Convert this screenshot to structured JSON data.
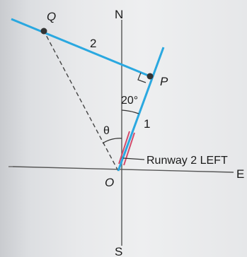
{
  "compass": {
    "north": "N",
    "south": "S",
    "east": "E",
    "west": ""
  },
  "points": {
    "origin": "O",
    "p": "P",
    "q": "Q"
  },
  "segments": {
    "op_length": "1",
    "pq_length": "2"
  },
  "angles": {
    "theta": "θ",
    "runway_angle": "20°"
  },
  "runway": {
    "label": "Runway 2 LEFT"
  },
  "colors": {
    "axis": "#555555",
    "line": "#2aa8e0",
    "dashed": "#444444",
    "runway_mark": "#d24a6a",
    "point": "#333333"
  }
}
